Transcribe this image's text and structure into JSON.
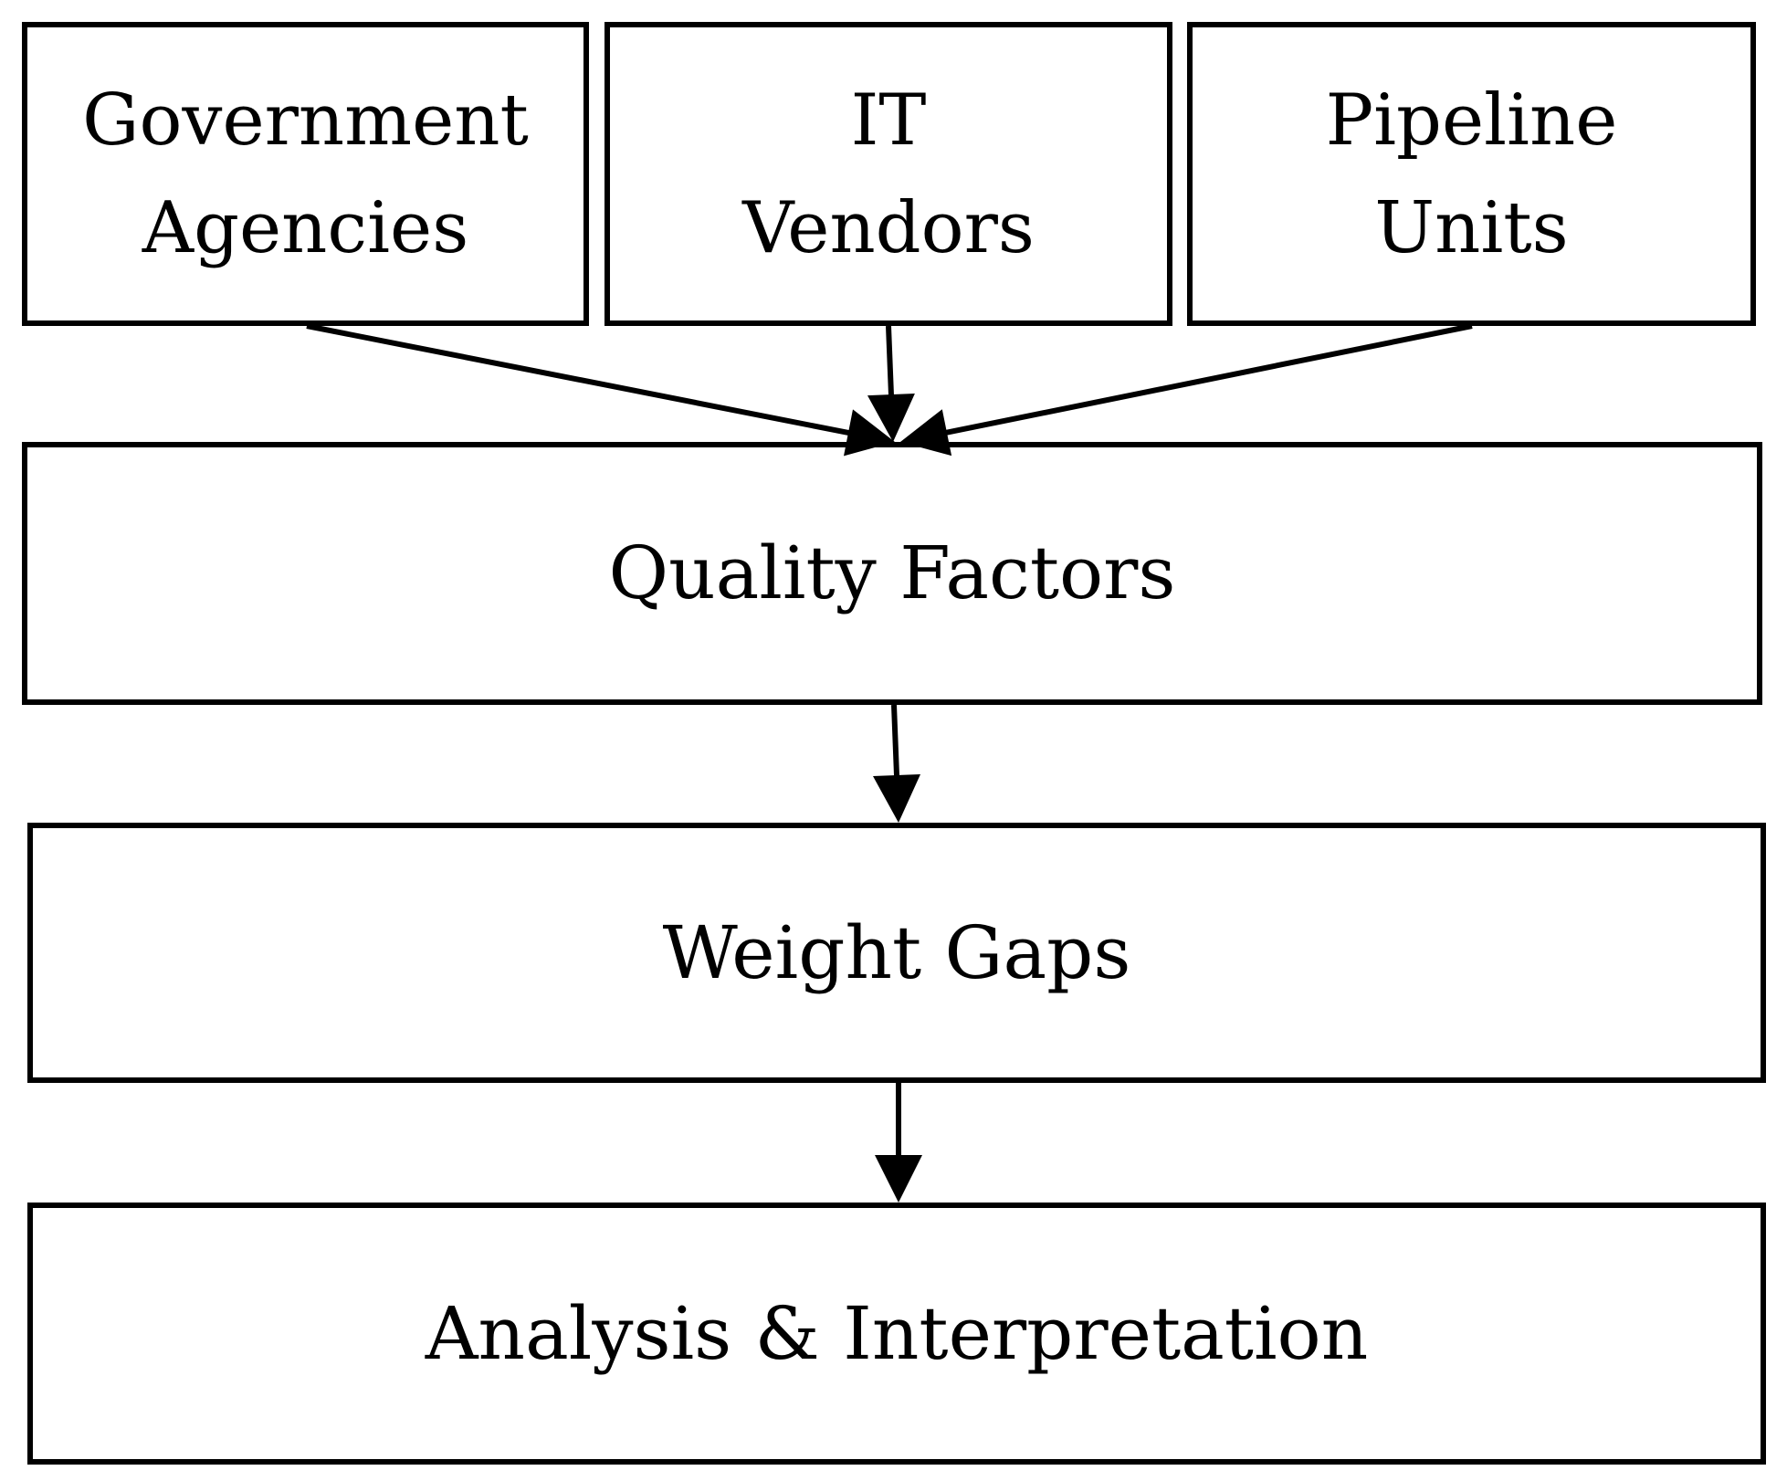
{
  "nodes": {
    "government": {
      "line1": "Government",
      "line2": "Agencies"
    },
    "it_vendors": {
      "line1": "IT",
      "line2": "Vendors"
    },
    "pipeline": {
      "line1": "Pipeline",
      "line2": "Units"
    },
    "quality": {
      "label": "Quality Factors"
    },
    "weight": {
      "label": "Weight Gaps"
    },
    "analysis": {
      "label": "Analysis & Interpretation"
    }
  },
  "edges": [
    {
      "from": "government",
      "to": "quality"
    },
    {
      "from": "it_vendors",
      "to": "quality"
    },
    {
      "from": "pipeline",
      "to": "quality"
    },
    {
      "from": "quality",
      "to": "weight"
    },
    {
      "from": "weight",
      "to": "analysis"
    }
  ],
  "colors": {
    "stroke": "#000000",
    "fill": "#ffffff"
  }
}
